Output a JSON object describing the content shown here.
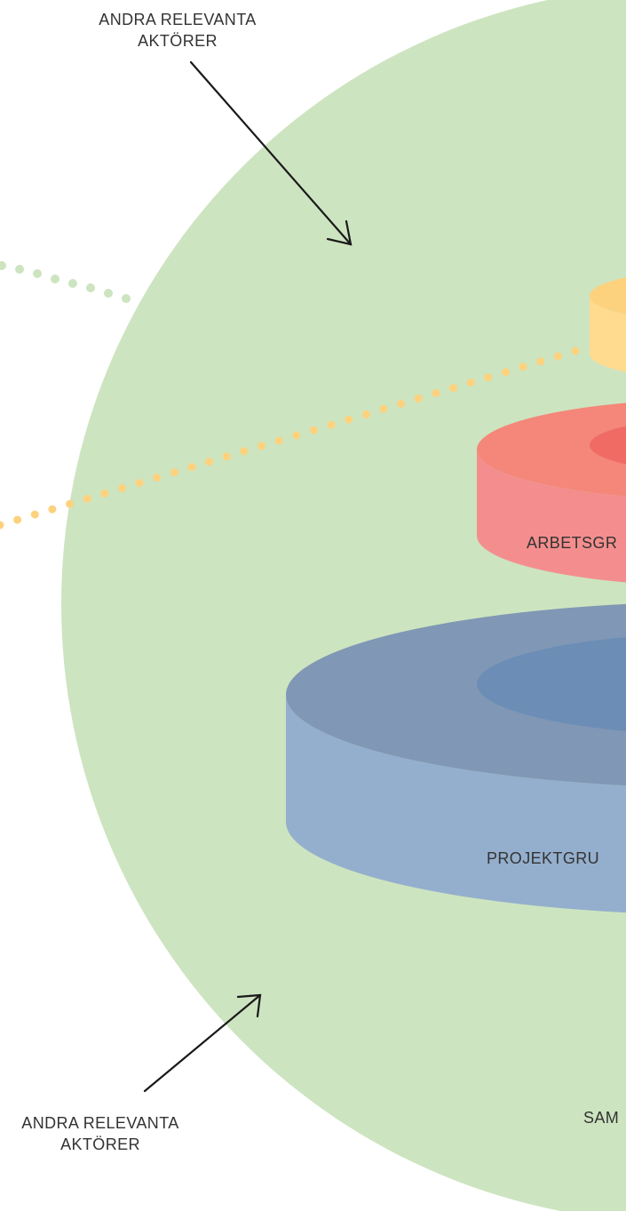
{
  "labels": {
    "top_actors_line1": "ANDRA RELEVANTA",
    "top_actors_line2": "AKTÖRER",
    "bottom_actors_line1": "ANDRA RELEVANTA",
    "bottom_actors_line2": "AKTÖRER",
    "work_group": "ARBETSGR",
    "project_group": "PROJEKTGRU",
    "bottom_partial": "SAM"
  },
  "colors": {
    "background": "#ffffff",
    "outer_circle": "#cde4c0",
    "yellow_top": "#fdd27e",
    "yellow_side": "#fedb8e",
    "red_top": "#f48779",
    "red_inner": "#f06b64",
    "red_side": "#f48e8e",
    "blue_top": "#8097b5",
    "blue_inner": "#6c8db5",
    "blue_side": "#94afcd",
    "green_dots": "#cde4c0",
    "yellow_dots": "#fdd27e",
    "text": "#333333",
    "arrow": "#1a1a1a"
  }
}
